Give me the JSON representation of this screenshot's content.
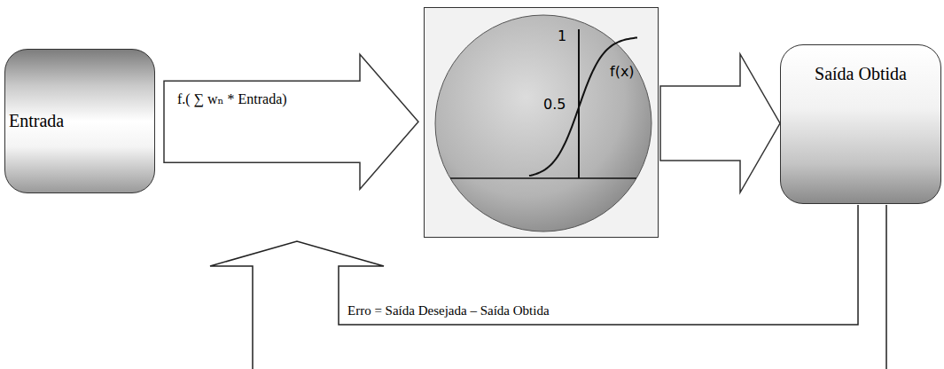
{
  "diagram": {
    "nodes": [
      {
        "text": [
          "Entrada"
        ]
      },
      {
        "text": [
          "1",
          "0.5",
          "f(x)"
        ]
      },
      {
        "text": [
          "Saída Obtida"
        ]
      }
    ],
    "edges": [
      {
        "from": 0,
        "to": 1,
        "arrow": "to",
        "label": "f.( ∑ wₙ * Entrada)"
      },
      {
        "from": 1,
        "to": 2,
        "arrow": "to"
      }
    ],
    "labels": [
      "Erro = Saída Desejada – Saída Obtida"
    ]
  }
}
